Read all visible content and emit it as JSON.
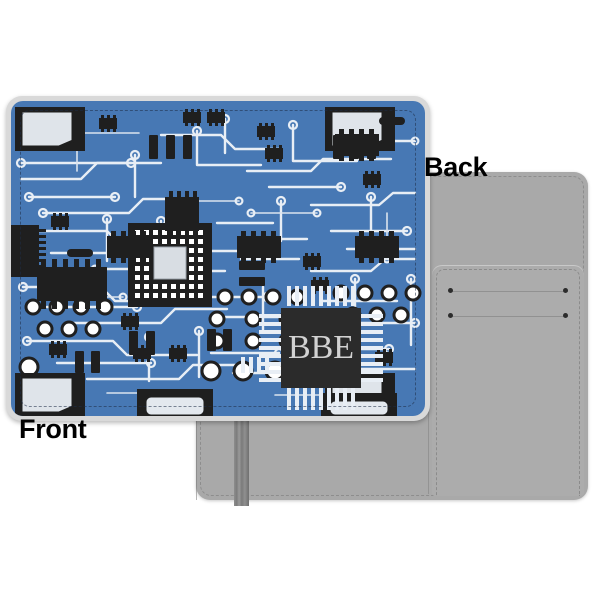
{
  "product": {
    "type": "circuit-board-pattern portfolio notebook cover",
    "monogram": "BBE"
  },
  "labels": {
    "front": "Front",
    "back": "Back"
  },
  "colors": {
    "pcb_blue": "#4778b4",
    "pcb_trace": "#e8eef5",
    "chip_black": "#1f1f1f",
    "cover_edge_gray": "#d9d9d9",
    "interior_gray": "#a9a9a9",
    "pocket_gray": "#acacac",
    "elastic_gray": "#7c7c7c",
    "monogram_text": "#d2d2d2",
    "label_text": "#000000"
  },
  "front_cover": {
    "monogram_chip": {
      "text": "BBE",
      "shape": "square-qfp-chip",
      "pins": "4-sided"
    },
    "components": [
      "bga-grid-chip",
      "qfp-monogram-chip",
      "dip-package",
      "sop-package",
      "resistor-array",
      "via-pads",
      "copper-traces"
    ]
  },
  "back_panel": {
    "card_pocket": {
      "loops": 2,
      "rivets": 4
    },
    "elastic_closure": true
  }
}
